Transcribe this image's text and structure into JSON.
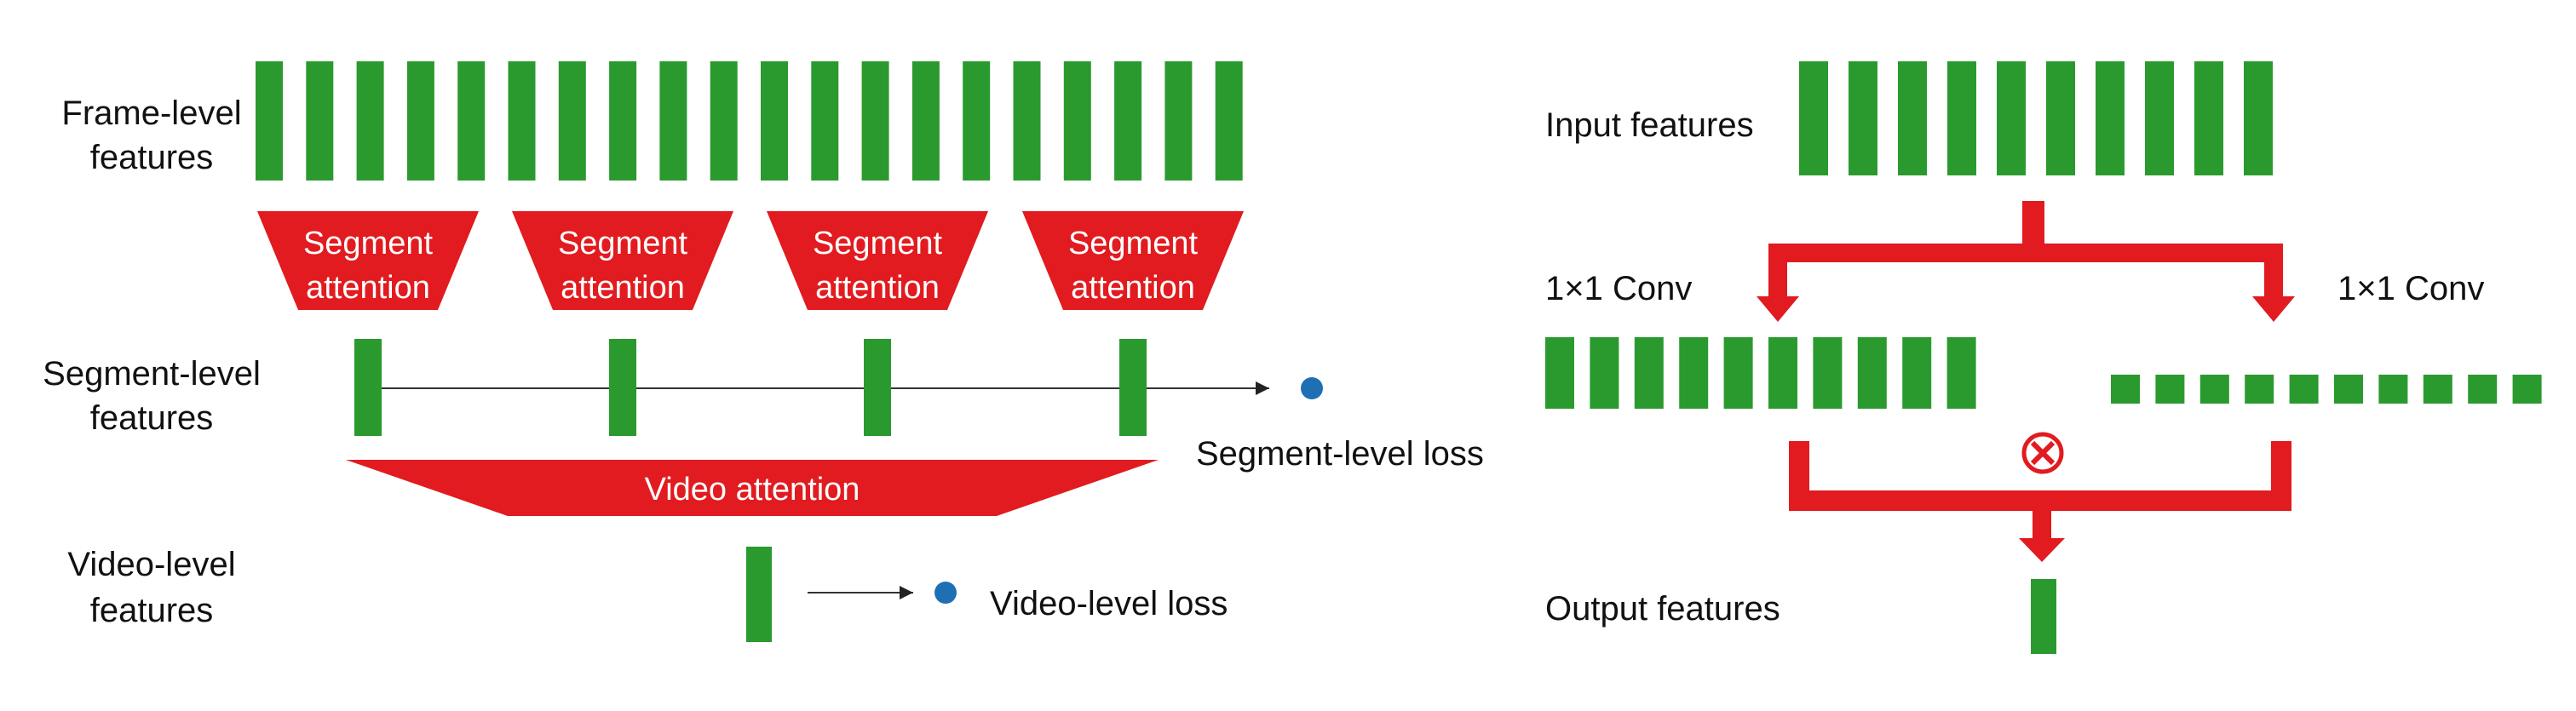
{
  "colors": {
    "feature": "#2a9a2e",
    "attention": "#e11b1f",
    "arrow": "#e11b1f",
    "loss_dot": "#1f6fb5",
    "thin_line": "#333333"
  },
  "left_panel": {
    "frame_label": [
      "Frame-level",
      "features"
    ],
    "segment_attention_label": [
      "Segment",
      "attention"
    ],
    "segment_label": [
      "Segment-level",
      "features"
    ],
    "segment_loss": "Segment-level loss",
    "video_attention": "Video attention",
    "video_label": [
      "Video-level",
      "features"
    ],
    "video_loss": "Video-level loss"
  },
  "right_panel": {
    "input_label": "Input features",
    "conv_left": "1×1 Conv",
    "conv_right": "1×1 Conv",
    "multiply_icon": "⊗",
    "output_label": "Output features"
  }
}
